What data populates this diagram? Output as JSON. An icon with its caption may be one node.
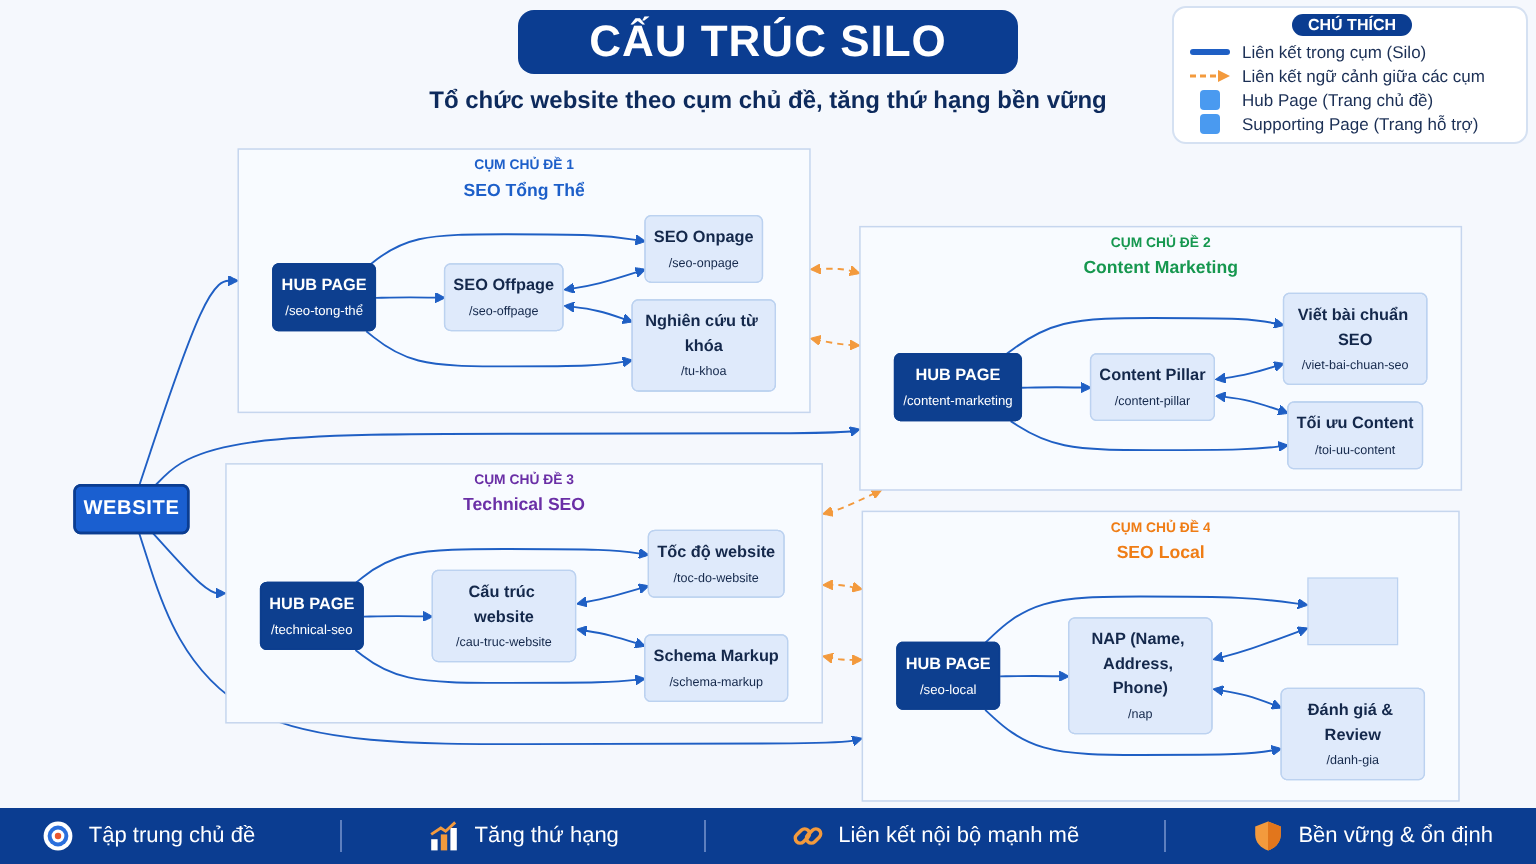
{
  "diagram": {
    "title": "CẤU TRÚC SILO",
    "nodes": [
      {
        "text": [
          "WEBSITE"
        ]
      },
      {
        "text": [
          "CỤM CHỦ ĐỀ 1",
          "SEO Tổng Thể"
        ]
      },
      {
        "text": [
          "HUB PAGE",
          "/seo-tong-thể"
        ],
        "in": 1
      },
      {
        "text": [
          "SEO Onpage",
          "/seo-onpage"
        ],
        "in": 1
      },
      {
        "text": [
          "SEO Offpage",
          "/seo-offpage"
        ],
        "in": 1
      },
      {
        "text": [
          "Nghiên cứu từ khóa",
          "/tu-khoa"
        ],
        "in": 1
      },
      {
        "text": [
          "CỤM CHỦ ĐỀ 2",
          "Content Marketing"
        ]
      },
      {
        "text": [
          "HUB PAGE",
          "/content-marketing"
        ],
        "in": 6
      },
      {
        "text": [
          "Viết bài chuẩn SEO",
          "/viet-bai-chuan-seo"
        ],
        "in": 6
      },
      {
        "text": [
          "Content Pillar",
          "/content-pillar"
        ],
        "in": 6
      },
      {
        "text": [
          "Tối ưu Content",
          "/toi-uu-content"
        ],
        "in": 6
      },
      {
        "text": [
          "CỤM CHỦ ĐỀ 3",
          "Technical SEO"
        ]
      },
      {
        "text": [
          "HUB PAGE",
          "/technical-seo"
        ],
        "in": 11
      },
      {
        "text": [
          "Tốc độ website",
          "/toc-do-website"
        ],
        "in": 11
      },
      {
        "text": [
          "Cấu trúc website",
          "/cau-truc-website"
        ],
        "in": 11
      },
      {
        "text": [
          "Schema Markup",
          "/schema-markup"
        ],
        "in": 11
      },
      {
        "text": [
          "CỤM CHỦ ĐỀ 4",
          "SEO Local"
        ]
      },
      {
        "text": [
          "HUB PAGE",
          "/seo-local"
        ],
        "in": 16
      },
      {
        "text": [],
        "shape": "box",
        "in": 16
      },
      {
        "text": [
          "NAP (Name, Address, Phone)",
          "/nap"
        ],
        "in": 16
      },
      {
        "text": [
          "Đánh giá & Review",
          "/danh-gia"
        ],
        "in": 16
      }
    ],
    "edges": [
      {
        "from": 0,
        "to": 1,
        "arrow": "to"
      },
      {
        "from": 0,
        "to": 6,
        "arrow": "to"
      },
      {
        "from": 0,
        "to": 11,
        "arrow": "to"
      },
      {
        "from": 0,
        "to": 16,
        "arrow": "to"
      },
      {
        "from": 2,
        "to": 3,
        "arrow": "to"
      },
      {
        "from": 2,
        "to": 4,
        "arrow": "to"
      },
      {
        "from": 2,
        "to": 5,
        "arrow": "to"
      },
      {
        "from": 4,
        "to": 3,
        "arrow": "both"
      },
      {
        "from": 4,
        "to": 5,
        "arrow": "both"
      },
      {
        "from": 7,
        "to": 8,
        "arrow": "to"
      },
      {
        "from": 7,
        "to": 9,
        "arrow": "to"
      },
      {
        "from": 7,
        "to": 10,
        "arrow": "to"
      },
      {
        "from": 9,
        "to": 8,
        "arrow": "both"
      },
      {
        "from": 9,
        "to": 10,
        "arrow": "both"
      },
      {
        "from": 12,
        "to": 13,
        "arrow": "to"
      },
      {
        "from": 12,
        "to": 14,
        "arrow": "to"
      },
      {
        "from": 12,
        "to": 15,
        "arrow": "to"
      },
      {
        "from": 14,
        "to": 13,
        "arrow": "both"
      },
      {
        "from": 14,
        "to": 15,
        "arrow": "both"
      },
      {
        "from": 17,
        "to": 18,
        "arrow": "to"
      },
      {
        "from": 17,
        "to": 19,
        "arrow": "to"
      },
      {
        "from": 17,
        "to": 20,
        "arrow": "to"
      },
      {
        "from": 19,
        "to": 18,
        "arrow": "both"
      },
      {
        "from": 19,
        "to": 20,
        "arrow": "both"
      },
      {
        "from": 1,
        "to": 6,
        "arrow": "both",
        "style": "dashed",
        "color": "#f39a3d"
      },
      {
        "from": 11,
        "to": 6,
        "arrow": "both",
        "style": "dashed",
        "color": "#f39a3d"
      },
      {
        "from": 11,
        "to": 16,
        "arrow": "both",
        "style": "dashed",
        "color": "#f39a3d"
      },
      {
        "from": 1,
        "to": 6,
        "arrow": "both",
        "style": "dashed",
        "color": "#f39a3d"
      },
      {
        "from": 11,
        "to": 16,
        "arrow": "both",
        "style": "dashed",
        "color": "#f39a3d"
      }
    ],
    "labels": [
      "Tổ chức website theo cụm chủ đề, tăng thứ hạng bền vững",
      "CHÚ THÍCH",
      "Tập trung chủ đề",
      "Tăng thứ hạng",
      "Liên kết nội bộ mạnh mẽ",
      "Bền vững & ổn định"
    ],
    "legend": [
      {
        "text": "Liên kết trong cụm (Silo)"
      },
      {
        "text": "Liên kết ngữ cảnh giữa các cụm"
      },
      {
        "text": "Hub Page (Trang chủ đề)",
        "color": "#4a9af0"
      },
      {
        "text": "Supporting Page (Trang hỗ trợ)",
        "color": "#4a9af0"
      }
    ]
  }
}
